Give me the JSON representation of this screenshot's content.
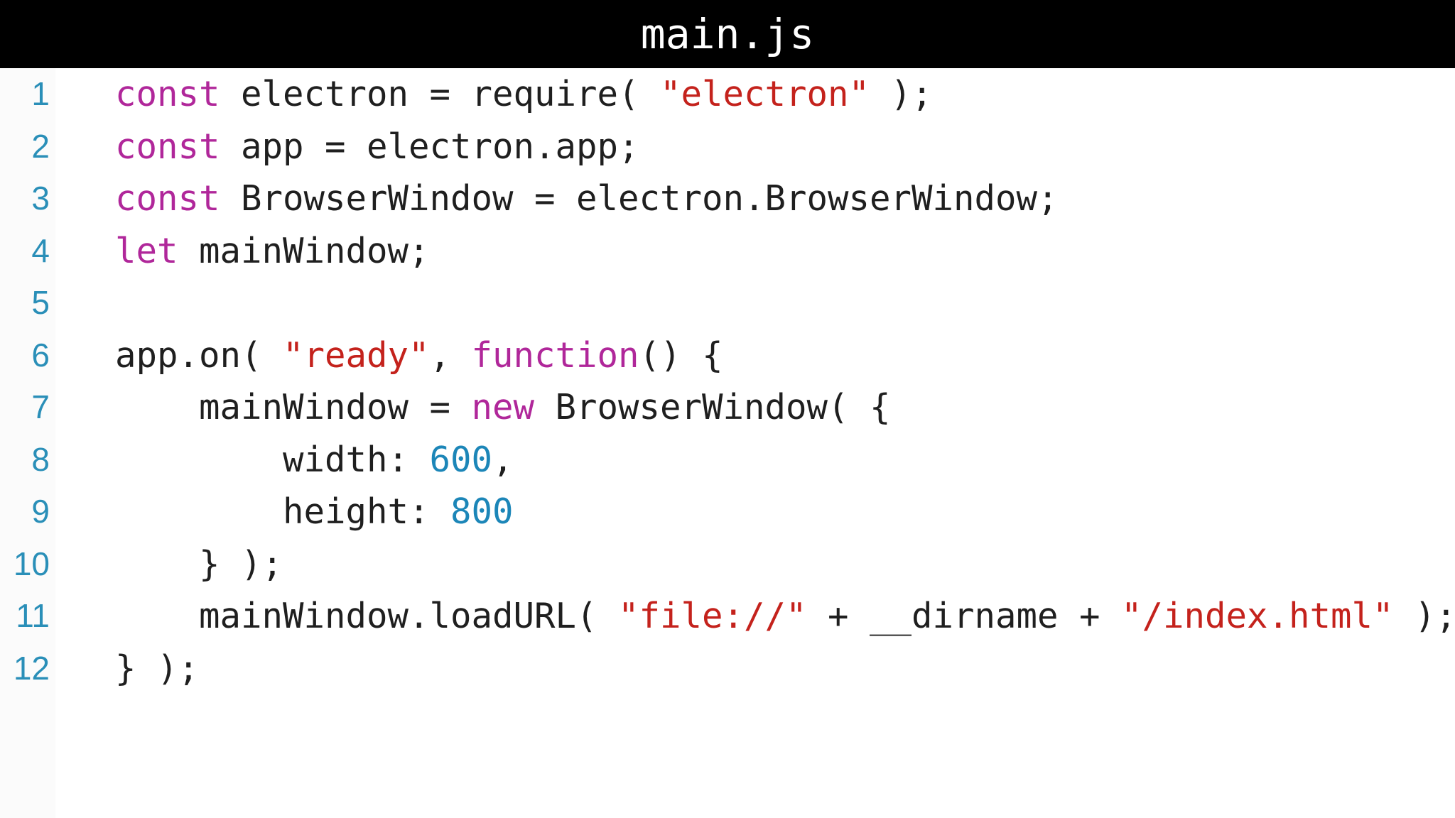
{
  "window": {
    "title": "main.js"
  },
  "colors": {
    "keyword": "#b0279a",
    "string": "#c4221c",
    "number": "#1c86b8",
    "plain": "#1f1f1f",
    "line_number": "#2a8fb8",
    "title_bar_bg": "#000000"
  },
  "editor": {
    "lines": [
      {
        "number": "1",
        "tokens": [
          {
            "t": "const",
            "k": "keyword"
          },
          {
            "t": " electron = require( ",
            "k": "plain"
          },
          {
            "t": "\"electron\"",
            "k": "string"
          },
          {
            "t": " );",
            "k": "plain"
          }
        ]
      },
      {
        "number": "2",
        "tokens": [
          {
            "t": "const",
            "k": "keyword"
          },
          {
            "t": " app = electron.app;",
            "k": "plain"
          }
        ]
      },
      {
        "number": "3",
        "tokens": [
          {
            "t": "const",
            "k": "keyword"
          },
          {
            "t": " BrowserWindow = electron.BrowserWindow;",
            "k": "plain"
          }
        ]
      },
      {
        "number": "4",
        "tokens": [
          {
            "t": "let",
            "k": "keyword"
          },
          {
            "t": " mainWindow;",
            "k": "plain"
          }
        ]
      },
      {
        "number": "5",
        "tokens": []
      },
      {
        "number": "6",
        "tokens": [
          {
            "t": "app.on( ",
            "k": "plain"
          },
          {
            "t": "\"ready\"",
            "k": "string"
          },
          {
            "t": ", ",
            "k": "plain"
          },
          {
            "t": "function",
            "k": "keyword"
          },
          {
            "t": "() {",
            "k": "plain"
          }
        ]
      },
      {
        "number": "7",
        "tokens": [
          {
            "t": "    mainWindow = ",
            "k": "plain"
          },
          {
            "t": "new",
            "k": "keyword"
          },
          {
            "t": " BrowserWindow( {",
            "k": "plain"
          }
        ]
      },
      {
        "number": "8",
        "tokens": [
          {
            "t": "        width: ",
            "k": "plain"
          },
          {
            "t": "600",
            "k": "number"
          },
          {
            "t": ",",
            "k": "plain"
          }
        ]
      },
      {
        "number": "9",
        "tokens": [
          {
            "t": "        height: ",
            "k": "plain"
          },
          {
            "t": "800",
            "k": "number"
          }
        ]
      },
      {
        "number": "10",
        "tokens": [
          {
            "t": "    } );",
            "k": "plain"
          }
        ]
      },
      {
        "number": "11",
        "tokens": [
          {
            "t": "    mainWindow.loadURL( ",
            "k": "plain"
          },
          {
            "t": "\"file://\"",
            "k": "string"
          },
          {
            "t": " + __dirname + ",
            "k": "plain"
          },
          {
            "t": "\"/index.html\"",
            "k": "string"
          },
          {
            "t": " );",
            "k": "plain"
          }
        ]
      },
      {
        "number": "12",
        "tokens": [
          {
            "t": "} );",
            "k": "plain"
          }
        ]
      }
    ]
  }
}
